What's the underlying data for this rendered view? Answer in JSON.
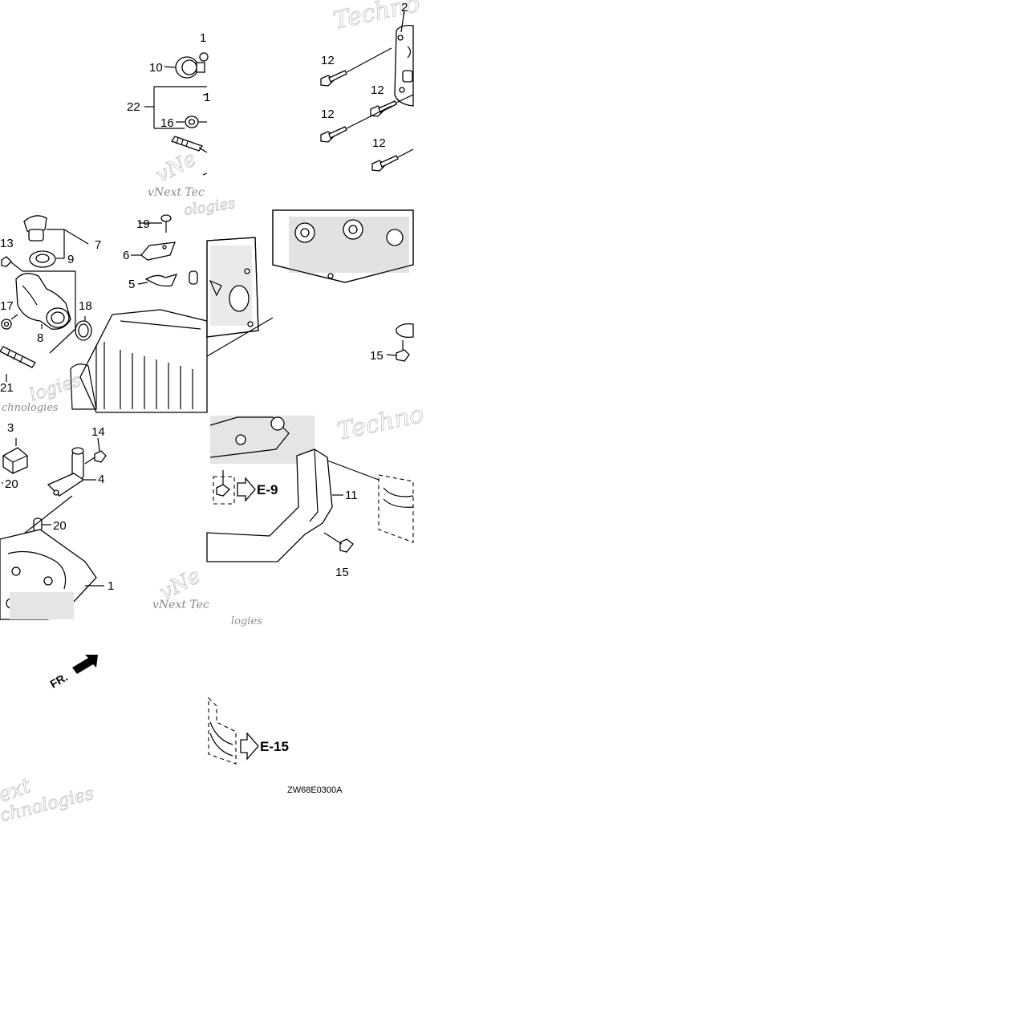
{
  "diagram": {
    "part_labels": {
      "p1": "1",
      "p2": "2",
      "p3": "3",
      "p4": "4",
      "p5": "5",
      "p6": "6",
      "p7": "7",
      "p8": "8",
      "p9": "9",
      "p10": "10",
      "p11": "11",
      "p12a": "12",
      "p12b": "12",
      "p12c": "12",
      "p12d": "12",
      "p13": "13",
      "p14": "14",
      "p15a": "15",
      "p15b": "15",
      "p16": "16",
      "p17": "17",
      "p18": "18",
      "p19": "19",
      "p20a": "20",
      "p20b": "20",
      "p21": "21",
      "p22": "22",
      "p_partial_top": "1",
      "p_partial_mid": "1"
    },
    "references": {
      "e9": "E-9",
      "e15": "E-15"
    },
    "direction": "FR.",
    "drawing_code": "ZW68E0300A",
    "watermarks": {
      "w1": "Techno",
      "w2": "vNext Tec",
      "w3": "vNe",
      "w4": "chnologies",
      "w5": "Techno",
      "w6": "vNext Tec",
      "w7": "vNe",
      "w8": "logies",
      "w9": "ext",
      "w10": "chnologies",
      "w11": "ologies",
      "w12": "logies"
    }
  }
}
